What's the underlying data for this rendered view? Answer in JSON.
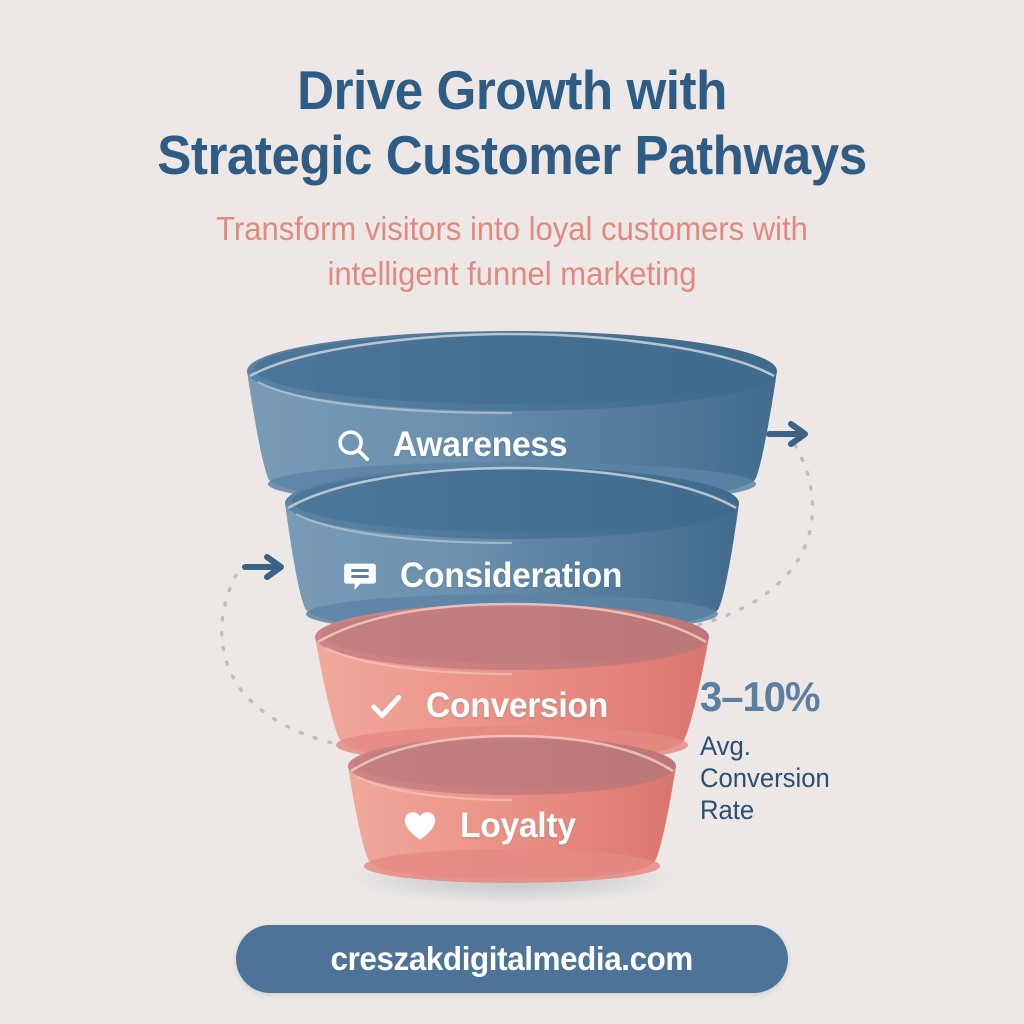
{
  "background_color": "#EDE8E5",
  "header": {
    "title_lines": [
      "Drive Growth with",
      "Strategic Customer Pathways"
    ],
    "title_color": "#2E5C84",
    "subtitle_lines": [
      "Transform visitors into loyal customers with",
      "intelligent funnel marketing"
    ],
    "subtitle_color": "#E2897F"
  },
  "funnel": {
    "stages": [
      {
        "label": "Awareness",
        "icon": "search-icon",
        "color": "#5B81A0",
        "rim_color": "#3F6C90",
        "side_color": "#7093B0"
      },
      {
        "label": "Consideration",
        "icon": "chat-icon",
        "color": "#5B81A0",
        "rim_color": "#3F6C90",
        "side_color": "#7093B0"
      },
      {
        "label": "Conversion",
        "icon": "check-icon",
        "color": "#E8897F",
        "rim_color": "#C07D7E",
        "side_color": "#EE9A90"
      },
      {
        "label": "Loyalty",
        "icon": "heart-icon",
        "color": "#E8897F",
        "rim_color": "#C07D7E",
        "side_color": "#EE9A90"
      }
    ],
    "label_color": "#FFFFFF",
    "arrows": [
      {
        "name": "flow-arrow-right",
        "direction": "right",
        "color": "#3C6285"
      },
      {
        "name": "flow-arrow-left",
        "direction": "right",
        "color": "#3C6285"
      }
    ],
    "dashed_path_color": "#B9BFC4"
  },
  "stat": {
    "value": "3–10%",
    "value_color": "#5B7FA3",
    "caption_lines": [
      "Avg.",
      "Conversion",
      "Rate"
    ],
    "caption_color": "#2A4F73"
  },
  "footer": {
    "url": "creszakdigitalmedia.com",
    "pill_color": "#4E7399",
    "text_color": "#FFFFFF"
  }
}
